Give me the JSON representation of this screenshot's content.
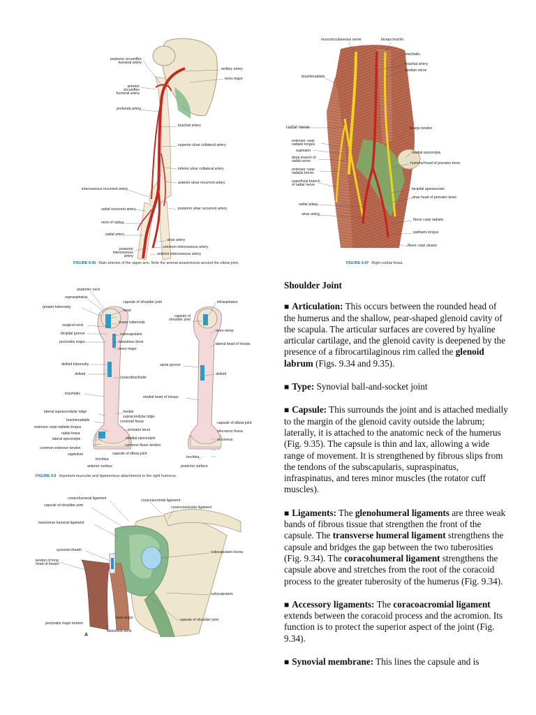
{
  "fig945": {
    "caption_num": "FIGURE 9.45",
    "caption": "Main arteries of the upper arm. Note the arterial anastomosis around the elbow joint.",
    "labels": [
      "posterior circumflex humeral artery",
      "anterior circumflex humeral artery",
      "axillary artery",
      "teres major",
      "profunda artery",
      "brachial artery",
      "superior ulnar collateral artery",
      "inferior ulnar collateral artery",
      "anterior ulnar recurrent artery",
      "interosseous recurrent artery",
      "posterior ulnar recurrent artery",
      "radial recurrent artery",
      "neck of radius",
      "radial artery",
      "ulnar artery",
      "posterior interosseous artery",
      "common interosseous artery",
      "anterior interosseous artery"
    ]
  },
  "fig947": {
    "caption_num": "FIGURE 9.47",
    "caption": "Right cubital fossa.",
    "labels": [
      "musculocutaneous nerve",
      "biceps brachii",
      "brachialis",
      "brachial artery",
      "median nerve",
      "brachioradialis",
      "radial nerve",
      "biceps tendon",
      "extensor carpi radialis longus",
      "medial epicondyle",
      "supinator",
      "deep branch of radial nerve",
      "humeral head of pronator teres",
      "extensor carpi radialis brevis",
      "superficial branch of radial nerve",
      "bicipital aponeurosis",
      "ulnar head of pronator teres",
      "radial artery",
      "ulnar artery",
      "flexor carpi radialis",
      "palmaris longus",
      "flexor carpi ulnaris"
    ]
  },
  "fig99": {
    "caption_num": "FIGURE 9.9",
    "caption": "Important muscular and ligamentous attachments to the right humerus.",
    "labels_anterior": [
      "anatomic neck",
      "supraspinatus",
      "capsule of shoulder joint",
      "greater tuberosity",
      "head",
      "lesser tuberosity",
      "surgical neck",
      "subscapularis",
      "bicipital groove",
      "latissimus dorsi",
      "pectoralis major",
      "teres major",
      "deltoid tuberosity",
      "deltoid",
      "coracobrachialis",
      "brachialis",
      "lateral supracondylar ridge",
      "medial",
      "brachioradialis",
      "supracondylar ridge",
      "extensor carpi radialis longus",
      "coronoid fossa",
      "radial fossa",
      "pronator teres",
      "lateral epicondyle",
      "medial epicondyle",
      "common extensor tendon",
      "common flexor tendon",
      "capitulum",
      "capsule of elbow joint",
      "trochlea",
      "anterior surface"
    ],
    "labels_posterior": [
      "infraspinatus",
      "capsule of shoulder joint",
      "teres minor",
      "lateral head of triceps",
      "spiral groove",
      "deltoid",
      "medial head of triceps",
      "capsule of elbow joint",
      "olecranon fossa",
      "anconeus",
      "trochlea",
      "posterior surface"
    ]
  },
  "fig_shoulder": {
    "letter": "A",
    "labels": [
      "coracohumeral ligament",
      "coracoacromial ligament",
      "capsule of shoulder joint",
      "coracoclavicular ligament",
      "transverse humeral ligament",
      "synovial sheath",
      "subscapularis bursa",
      "tendon of long head of biceps",
      "subscapularis",
      "pectoralis major tendon",
      "teres major",
      "latissimus dorsi",
      "capsule of shoulder joint"
    ]
  },
  "text": {
    "title": "Shoulder Joint",
    "bullet": "■",
    "paragraphs": [
      [
        {
          "b": "Articulation:"
        },
        {
          "t": " This occurs between the rounded head of the humerus and the shallow, pear-shaped glenoid cavity of the scapula. The articular surfaces are covered by hyaline articular cartilage, and the glenoid cavity is deepened by the presence of a fibrocartilaginous rim called the "
        },
        {
          "b": "glenoid labrum"
        },
        {
          "t": " (Figs. 9.34 and 9.35)."
        }
      ],
      [
        {
          "b": "Type:"
        },
        {
          "t": " Synovial ball-and-socket joint"
        }
      ],
      [
        {
          "b": "Capsule:"
        },
        {
          "t": " This surrounds the joint and is attached medially to the margin of the glenoid cavity outside the labrum; laterally, it is attached to the anatomic neck of the humerus (Fig. 9.35). The capsule is thin and lax, allowing a wide range of movement. It is strengthened by fibrous slips from the tendons of the subscapularis, supraspinatus, infraspinatus, and teres minor muscles (the rotator cuff muscles)."
        }
      ],
      [
        {
          "b": "Ligaments:"
        },
        {
          "t": " The "
        },
        {
          "b": "glenohumeral ligaments"
        },
        {
          "t": " are three weak bands of fibrous tissue that strengthen the front of the capsule. The "
        },
        {
          "b": "transverse humeral ligament"
        },
        {
          "t": " strengthens the capsule and bridges the gap between the two tuberosities (Fig. 9.34). The "
        },
        {
          "b": "coracohumeral ligament"
        },
        {
          "t": " strengthens the capsule above and stretches from the root of the coracoid process to the greater tuberosity of the humerus (Fig. 9.34)."
        }
      ],
      [
        {
          "b": "Accessory ligaments:"
        },
        {
          "t": " The "
        },
        {
          "b": "coracoacromial ligament"
        },
        {
          "t": " extends between the coracoid process and the acromion. Its function is to protect the superior aspect of the joint (Fig. 9.34)."
        }
      ],
      [
        {
          "b": "Synovial membrane:"
        },
        {
          "t": " This lines the capsule and is"
        }
      ]
    ]
  }
}
